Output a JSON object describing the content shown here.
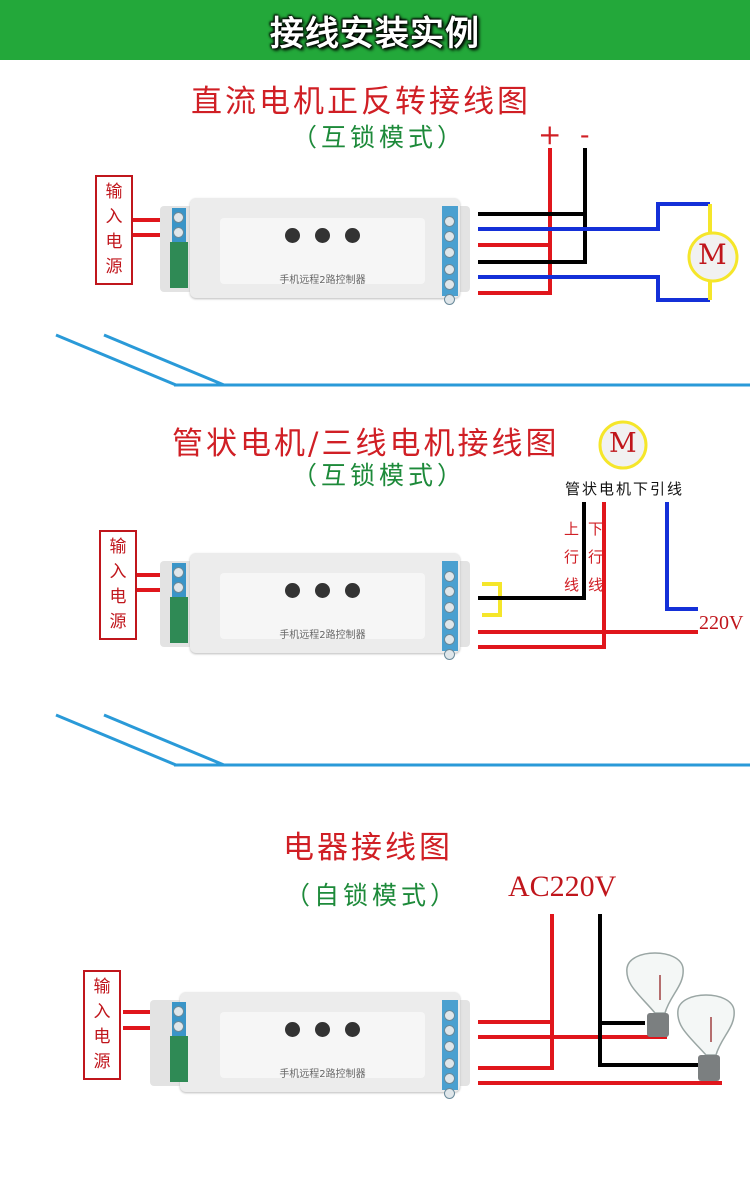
{
  "banner": {
    "title": "接线安装实例",
    "color": "#23a83a"
  },
  "device_label": "手机远程2路控制器",
  "input_label": [
    "输",
    "入",
    "电",
    "源"
  ],
  "sections": [
    {
      "title": "直流电机正反转接线图",
      "mode": "（互锁模式）",
      "plus": "+",
      "minus": "-",
      "motor": "M"
    },
    {
      "title": "管状电机/三线电机接线图",
      "mode": "（互锁模式）",
      "motor": "M",
      "lead_label": "管状电机下引线",
      "up_label": [
        "上",
        "行",
        "线"
      ],
      "down_label": [
        "下",
        "行",
        "线"
      ],
      "voltage": "220V"
    },
    {
      "title": "电器接线图",
      "mode": "（自锁模式）",
      "voltage": "AC220V"
    }
  ],
  "colors": {
    "title": "#d01f25",
    "mode": "#1d8a3a",
    "wire_red": "#e0161c",
    "wire_blue": "#1430d8",
    "wire_black": "#000000",
    "wire_yellow": "#f5e62a",
    "divider": "#2a9ad8"
  }
}
